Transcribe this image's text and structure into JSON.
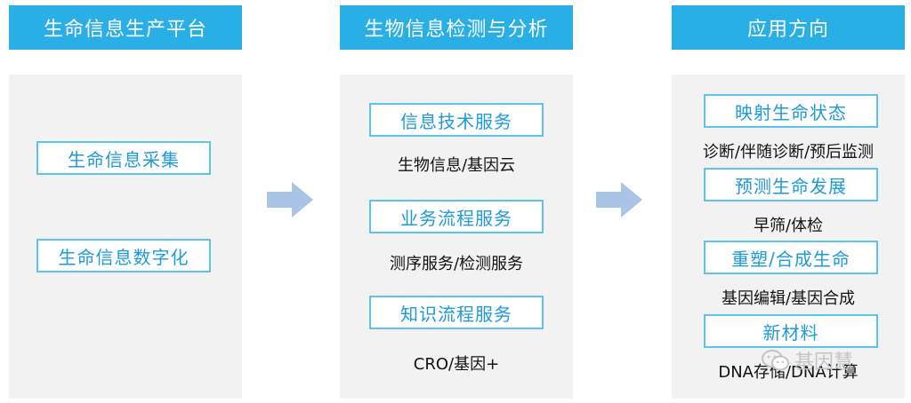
{
  "columns": [
    {
      "header": "生命信息生产平台",
      "items": [
        {
          "title": "生命信息采集"
        },
        {
          "title": "生命信息数字化"
        }
      ]
    },
    {
      "header": "生物信息检测与分析",
      "items": [
        {
          "title": "信息技术服务",
          "desc": "生物信息/基因云"
        },
        {
          "title": "业务流程服务",
          "desc": "测序服务/检测服务"
        },
        {
          "title": "知识流程服务",
          "desc": "CRO/基因+"
        }
      ]
    },
    {
      "header": "应用方向",
      "items": [
        {
          "title": "映射生命状态",
          "desc": "诊断/伴随诊断/预后监测"
        },
        {
          "title": "预测生命发展",
          "desc": "早筛/体检"
        },
        {
          "title": "重塑/合成生命",
          "desc": "基因编辑/基因合成"
        },
        {
          "title": "新材料",
          "desc": "DNA存储/DNA计算"
        }
      ]
    }
  ],
  "watermark": {
    "text": "基因慧"
  },
  "colors": {
    "header_bg": "#29aee6",
    "box_border": "#5ec2ee",
    "box_text": "#1f9ad8",
    "panel_bg": "#f2f2f2",
    "arrow": "#aac4e6"
  },
  "icons": [
    "arrow-right-icon",
    "wechat-logo-icon"
  ]
}
